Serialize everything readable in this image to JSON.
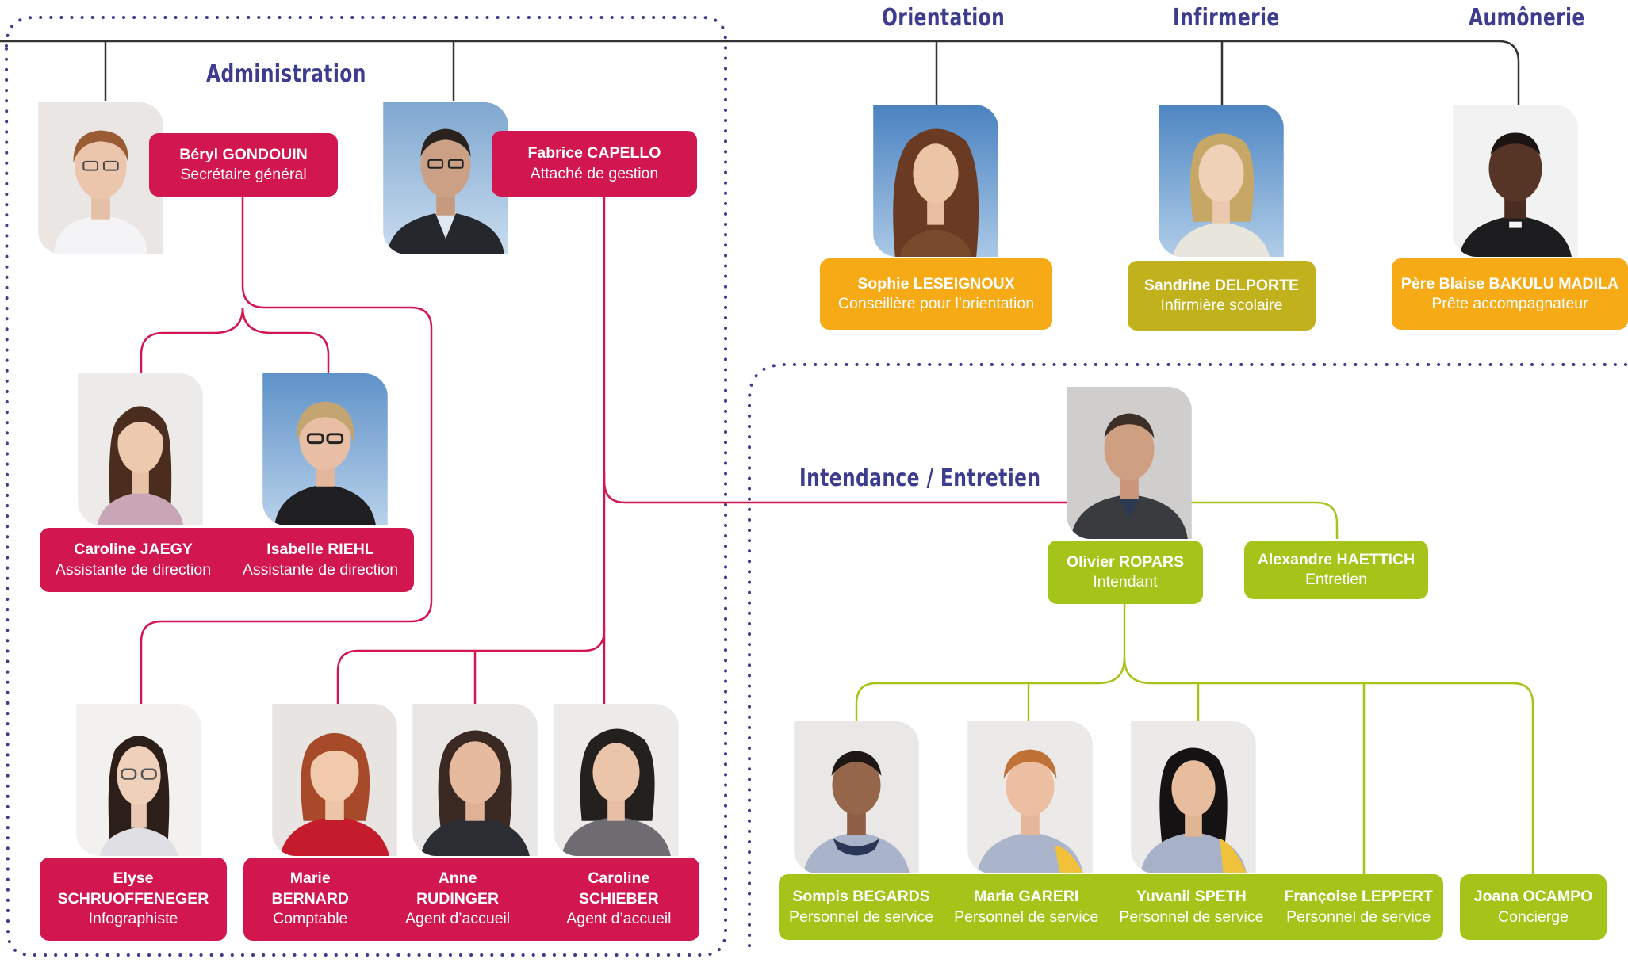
{
  "departments": {
    "administration": "Administration",
    "orientation": "Orientation",
    "infirmerie": "Infirmerie",
    "aumonerie": "Aumônerie",
    "intendance": "Intendance / Entretien"
  },
  "colors": {
    "administration": "#d2164f",
    "orientation": "#f6ab16",
    "infirmerie": "#c1b21d",
    "aumonerie": "#f6ab16",
    "intendance": "#a5c41a",
    "heading": "#3d3d8f",
    "dots": "#3d3d8f"
  },
  "people": {
    "gondouin": {
      "name": "Béryl GONDOUIN",
      "role": "Secrétaire général"
    },
    "capello": {
      "name": "Fabrice CAPELLO",
      "role": "Attaché de gestion"
    },
    "jaegy": {
      "name": "Caroline JAEGY",
      "role": "Assistante de direction"
    },
    "riehl": {
      "name": "Isabelle RIEHL",
      "role": "Assistante de direction"
    },
    "schruoffeneger": {
      "name_line1": "Elyse",
      "name_line2": "SCHRUOFFENEGER",
      "role": "Infographiste"
    },
    "bernard": {
      "name_line1": "Marie",
      "name_line2": "BERNARD",
      "role": "Comptable"
    },
    "rudinger": {
      "name_line1": "Anne",
      "name_line2": "RUDINGER",
      "role": "Agent d’accueil"
    },
    "schieber": {
      "name_line1": "Caroline",
      "name_line2": "SCHIEBER",
      "role": "Agent d’accueil"
    },
    "leseignoux": {
      "name": "Sophie LESEIGNOUX",
      "role": "Conseillère pour l’orientation"
    },
    "delporte": {
      "name": "Sandrine DELPORTE",
      "role": "Infirmière scolaire"
    },
    "bakulu": {
      "name": "Père Blaise BAKULU MADILA",
      "role": "Prête accompagnateur"
    },
    "ropars": {
      "name": "Olivier ROPARS",
      "role": "Intendant"
    },
    "haettich": {
      "name": "Alexandre HAETTICH",
      "role": "Entretien"
    },
    "begards": {
      "name": "Sompis BEGARDS",
      "role": "Personnel de service"
    },
    "gareri": {
      "name": "Maria GARERI",
      "role": "Personnel de service"
    },
    "speth": {
      "name": "Yuvanil SPETH",
      "role": "Personnel de service"
    },
    "leppert": {
      "name": "Françoise LEPPERT",
      "role": "Personnel de service"
    },
    "ocampo": {
      "name": "Joana OCAMPO",
      "role": "Concierge"
    }
  }
}
